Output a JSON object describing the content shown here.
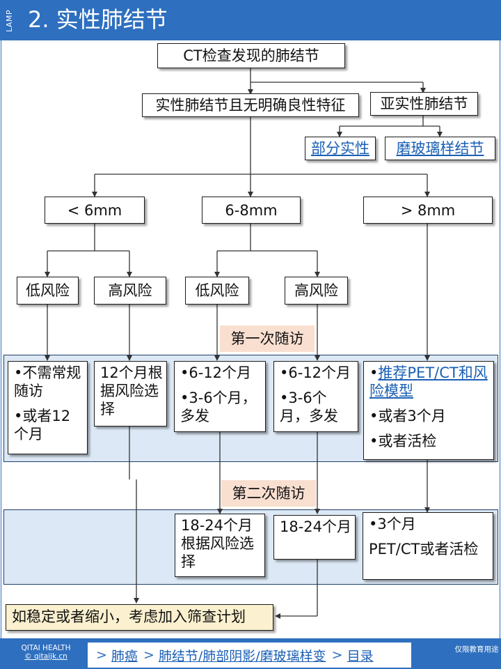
{
  "header": {
    "side_label": "LAMP",
    "title": "2. 实性肺结节"
  },
  "nodes": {
    "root": "CT检查发现的肺结节",
    "solid": "实性肺结节且无明确良性特征",
    "subsolid": "亚实性肺结节",
    "part_solid": "部分实性",
    "ggo": "磨玻璃样结节",
    "size_lt6": "< 6mm",
    "size_6_8": "6-8mm",
    "size_gt8": "> 8mm",
    "lt6_low": "低风险",
    "lt6_high": "高风险",
    "mid_low": "低风险",
    "mid_high": "高风险"
  },
  "first_followup": {
    "label": "第一次随访",
    "lt6_low": [
      "•不需常规随访",
      "•或者12个月"
    ],
    "lt6_high": [
      "12个月根据风险选择"
    ],
    "mid_low": [
      "•6-12个月",
      "•3-6个月，多发"
    ],
    "mid_high": [
      "•6-12个月",
      "•3-6个月，多发"
    ],
    "gt8": {
      "bullet": "•",
      "link": "推荐PET/CT和风险模型",
      "items": [
        "•或者3个月",
        "•或者活检"
      ]
    }
  },
  "second_followup": {
    "label": "第二次随访",
    "mid_low": "18-24个月根据风险选择",
    "mid_high": "18-24个月",
    "gt8": [
      "•3个月",
      "PET/CT或者活检"
    ]
  },
  "conclusion": "如稳定或者缩小，考虑加入筛查计划",
  "footer": {
    "brand": "QITAI HEALTH",
    "site": "© qitaijk.cn",
    "nav": [
      {
        "sep": ">",
        "label": "肺癌"
      },
      {
        "sep": ">",
        "label": "肺结节/肺部阴影/磨玻璃样变"
      },
      {
        "sep": ">",
        "label": "目录"
      }
    ],
    "note": "仅限教育用途"
  },
  "colors": {
    "brand_blue": "#2e6fbf",
    "band_fill": "#dce8f5",
    "followup_label_fill": "#f9dfd0",
    "conclusion_fill": "#fbf0cf",
    "link": "#1a5fb4"
  }
}
